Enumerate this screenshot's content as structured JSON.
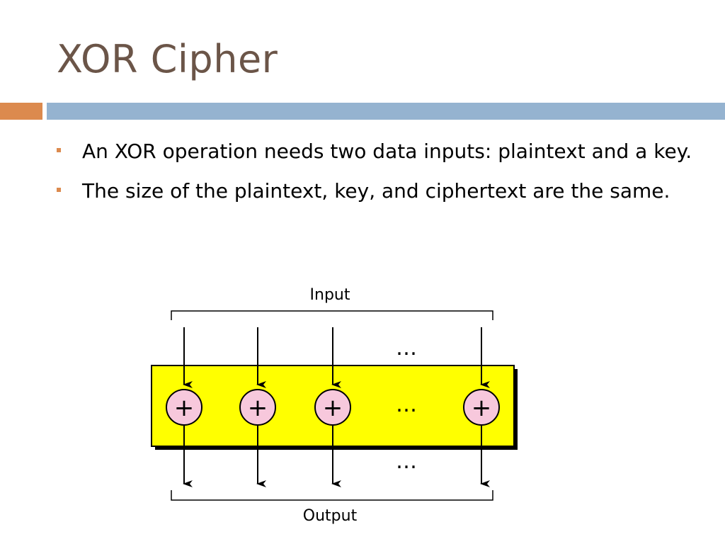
{
  "slide": {
    "title": "XOR Cipher",
    "bullets": [
      "An XOR operation needs two data inputs: plaintext and a key.",
      "The size of the plaintext, key, and ciphertext are the same."
    ]
  },
  "diagram": {
    "input_label": "Input",
    "output_label": "Output",
    "operator_symbol": "+",
    "ellipsis": "…",
    "colors": {
      "box_fill": "#ffff00",
      "operator_fill": "#f7c8dc",
      "title": "#6b5548",
      "accent": "#dc8a4e",
      "rule": "#95b3d0"
    }
  }
}
